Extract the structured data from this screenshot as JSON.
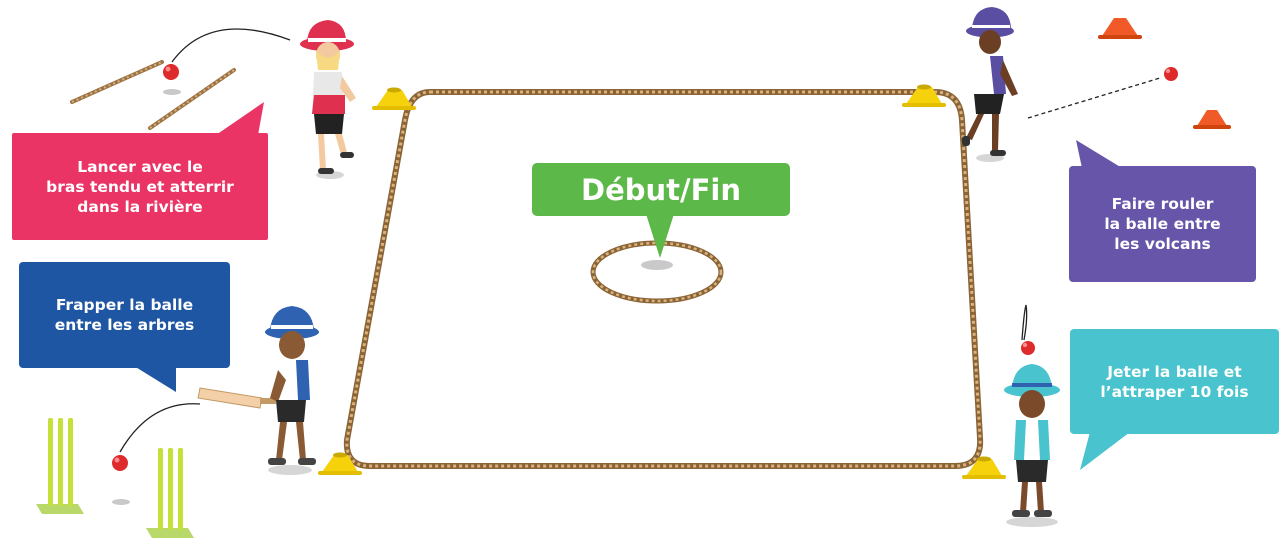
{
  "center_label": "Début/Fin",
  "stations": {
    "throw": {
      "text": "Lancer avec le\nbras tendu et atterrir\ndans la rivière"
    },
    "roll": {
      "text": "Faire rouler\nla balle entre\nles volcans"
    },
    "hit": {
      "text": "Frapper la balle\nentre les arbres"
    },
    "catch": {
      "text": "Jeter la balle et\nl’attraper 10 fois"
    }
  },
  "colors": {
    "throw": "#ea3466",
    "roll": "#6655a8",
    "hit": "#1f56a3",
    "catch": "#49c3cd",
    "center": "#5cb848",
    "rope": "#b58d5c",
    "cone_yellow": "#f5d20b",
    "cone_orange": "#f05a28",
    "ball": "#dd2a2a"
  },
  "icons": [
    "rope-icon",
    "cone-icon",
    "ball-icon",
    "wicket-icon",
    "bat-icon",
    "player-icon"
  ]
}
